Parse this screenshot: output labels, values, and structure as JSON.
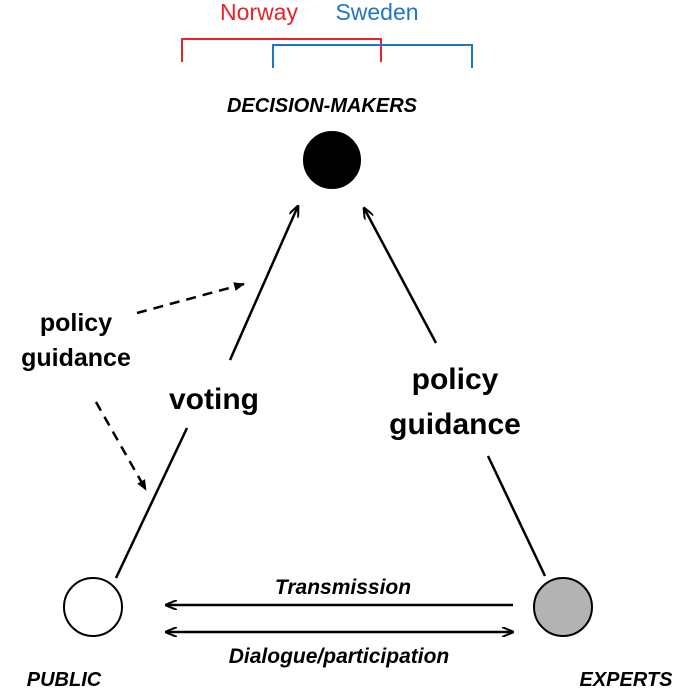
{
  "brackets": {
    "norway": {
      "label": "Norway",
      "color": "#e8232a"
    },
    "sweden": {
      "label": "Sweden",
      "color": "#1f77c4"
    }
  },
  "nodes": {
    "decision_makers": {
      "label": "DECISION-MAKERS",
      "fill": "#000000"
    },
    "public": {
      "label": "PUBLIC",
      "fill": "#ffffff"
    },
    "experts": {
      "label": "EXPERTS",
      "fill": "#b3b3b3"
    }
  },
  "edges": {
    "voting": "voting",
    "expert_guidance": {
      "line1": "policy",
      "line2": "guidance"
    },
    "public_guidance": {
      "line1": "policy",
      "line2": "guidance"
    },
    "transmission": "Transmission",
    "dialogue": "Dialogue/participation"
  }
}
